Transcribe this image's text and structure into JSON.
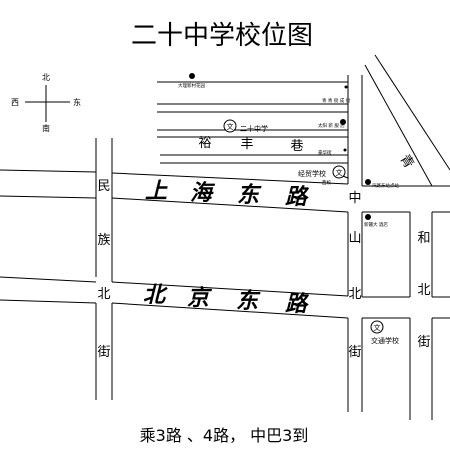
{
  "title": "二十中学校位图",
  "compass": {
    "north": "北",
    "south": "南",
    "west": "西",
    "east": "东"
  },
  "streets": {
    "shanghai_east_road": [
      "上",
      "海",
      "东",
      "路"
    ],
    "beijing_east_road": [
      "北",
      "京",
      "东",
      "路"
    ],
    "minzu_street": [
      "民",
      "族",
      "北",
      "街"
    ],
    "zhongshan_street": [
      "中",
      "山",
      "北",
      "街"
    ],
    "right_street": [
      "和",
      "北",
      "街"
    ],
    "diagonal_street": "青",
    "yufeng_street": [
      "裕",
      "丰",
      "巷"
    ]
  },
  "places": {
    "school20": "二十中学",
    "school20_symbol": "文",
    "jingying": "经贸学校",
    "jingying_sub": "西校",
    "jingying_symbol": "文",
    "jiaotong": "交通学校",
    "jiaotong_symbol": "文",
    "top_poi": "大理新村花园",
    "right_poi_1": "青 青 街 成 街",
    "right_poi_2": "太阳 新 服 店",
    "left_poi_small": "豪华街",
    "bus_stop": "汽路东站点站",
    "hotel": "新疆大 酒店"
  },
  "footer": "乘3路 、4路， 中巴3到"
}
